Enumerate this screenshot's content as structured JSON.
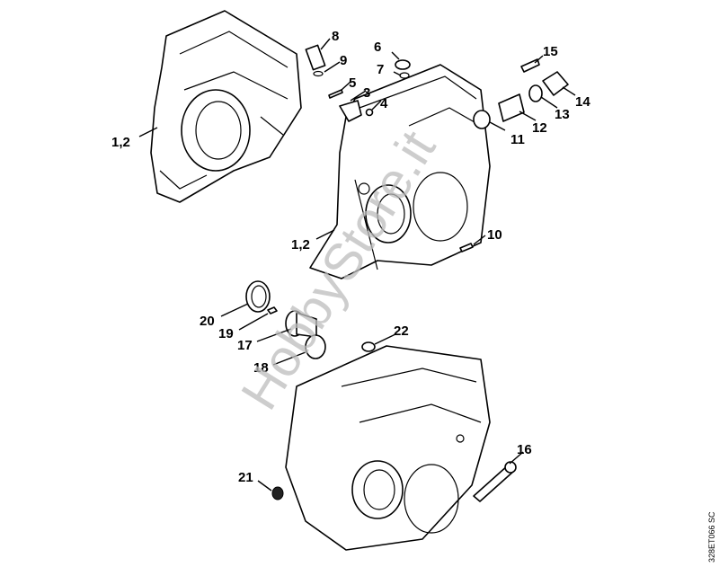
{
  "diagram": {
    "labels": {
      "l1_2a": "1,2",
      "l1_2b": "1,2",
      "l3": "3",
      "l4": "4",
      "l5": "5",
      "l6": "6",
      "l7": "7",
      "l8": "8",
      "l9": "9",
      "l10": "10",
      "l11": "11",
      "l12": "12",
      "l13": "13",
      "l14": "14",
      "l15": "15",
      "l16": "16",
      "l17": "17",
      "l18": "18",
      "l19": "19",
      "l20": "20",
      "l21": "21",
      "l22": "22"
    },
    "watermark": "HobbyStore.it",
    "drawing_code": "328ET066 SC"
  }
}
